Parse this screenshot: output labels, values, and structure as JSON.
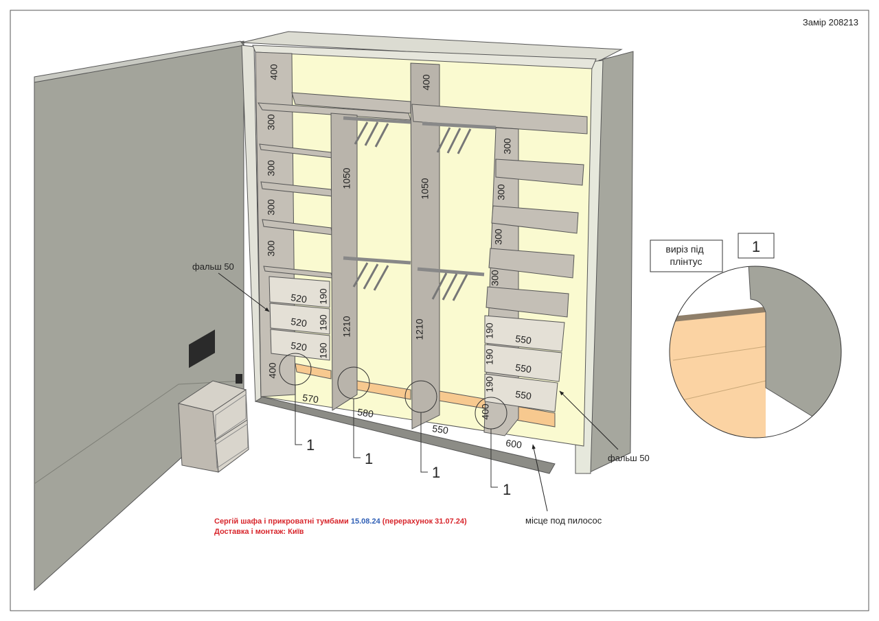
{
  "document_id": "Замір 208213",
  "dimensions": {
    "top_left": "400",
    "top_right": "400",
    "left_shelves": [
      "300",
      "300",
      "300",
      "300"
    ],
    "left_drawer_widths": [
      "520",
      "520",
      "520"
    ],
    "left_drawer_heights": [
      "190",
      "190",
      "190"
    ],
    "left_bottom": "400",
    "hang_left_upper": "1050",
    "hang_left_lower": "1210",
    "hang_right_upper": "1050",
    "hang_right_lower": "1210",
    "right_shelves": [
      "300",
      "300",
      "300",
      "300"
    ],
    "right_drawer_widths": [
      "550",
      "550",
      "550"
    ],
    "right_drawer_heights": [
      "190",
      "190",
      "190"
    ],
    "right_bottom": "400",
    "bay_widths": [
      "570",
      "580",
      "550",
      "600"
    ]
  },
  "callouts": {
    "marker": "1",
    "false_panel_left": "фальш 50",
    "false_panel_right": "фальш 50",
    "vacuum_space": "місце под пилосос"
  },
  "detail": {
    "caption": "виріз під плінтус",
    "number": "1"
  },
  "order": {
    "line1_red": "Сергій шафа і прикроватні тумбами",
    "line1_date": "15.08.24",
    "line1_recalc": "(перерахунок 31.07.24)",
    "line2": "Доставка і монтаж: Київ"
  },
  "colors": {
    "wall": "#a3a49b",
    "panel": "#c4bfb6",
    "interior": "#fafad0",
    "plinth": "#f7c98f",
    "accent_red": "#d8262c",
    "accent_blue": "#2f5fb5"
  }
}
